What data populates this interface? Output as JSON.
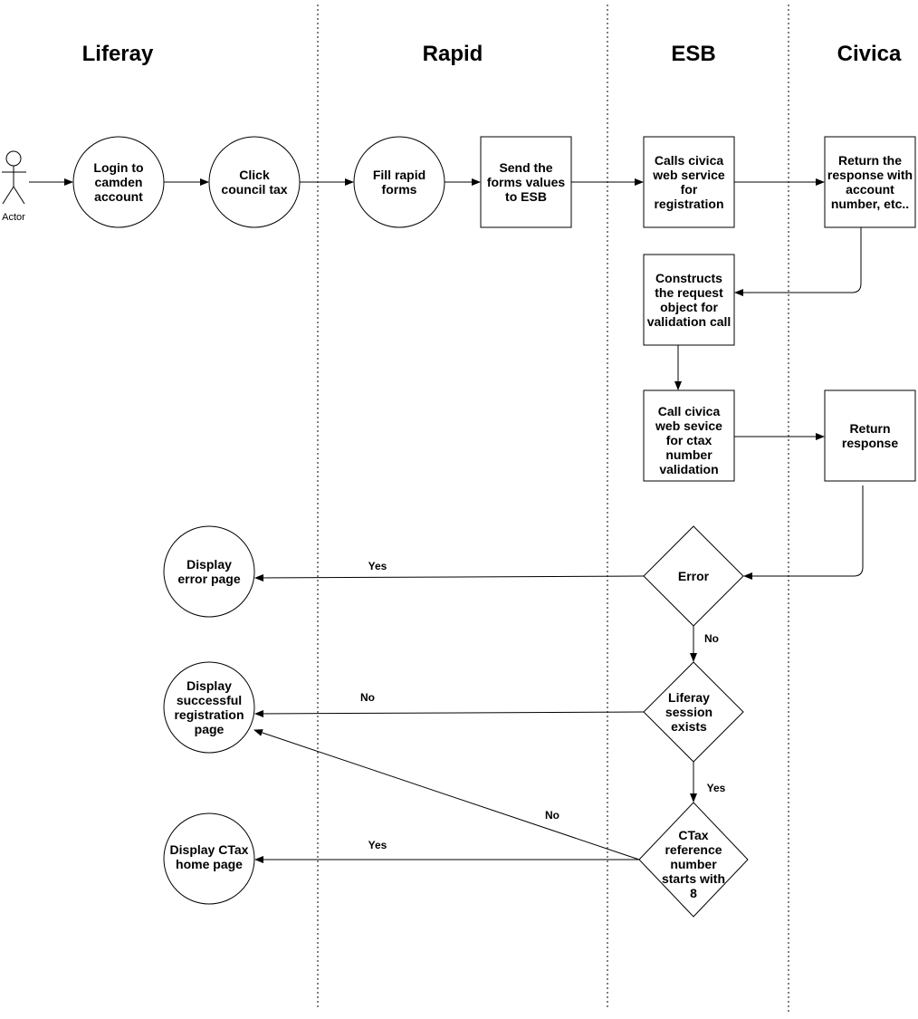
{
  "lanes": [
    "Liferay",
    "Rapid",
    "ESB",
    "Civica"
  ],
  "actor": "Actor",
  "nodes": {
    "login": "Login to\ncamden\naccount",
    "click_council_tax": "Click\ncouncil tax",
    "fill_rapid": "Fill rapid\nforms",
    "send_forms": "Send the\nforms values\nto ESB",
    "calls_civica": "Calls civica\nweb service\nfor\nregistration",
    "return_response_account": "Return the\nresponse with\naccount\nnumber, etc..",
    "constructs_request": "Constructs\nthe request\nobject for\nvalidation call",
    "call_civica_ctax": "Call civica\nweb sevice\nfor ctax\nnumber\nvalidation",
    "return_response": "Return\nresponse",
    "error": "Error",
    "liferay_session": "Liferay\nsession\nexists",
    "ctax_starts_8": "CTax\nreference\nnumber\nstarts with\n8",
    "display_error": "Display\nerror page",
    "display_success": "Display\nsuccessful\nregistration\npage",
    "display_ctax_home": "Display CTax\nhome page"
  },
  "edge_labels": {
    "error_yes": "Yes",
    "error_no": "No",
    "session_no": "No",
    "session_yes": "Yes",
    "ctax_no": "No",
    "ctax_yes": "Yes"
  }
}
